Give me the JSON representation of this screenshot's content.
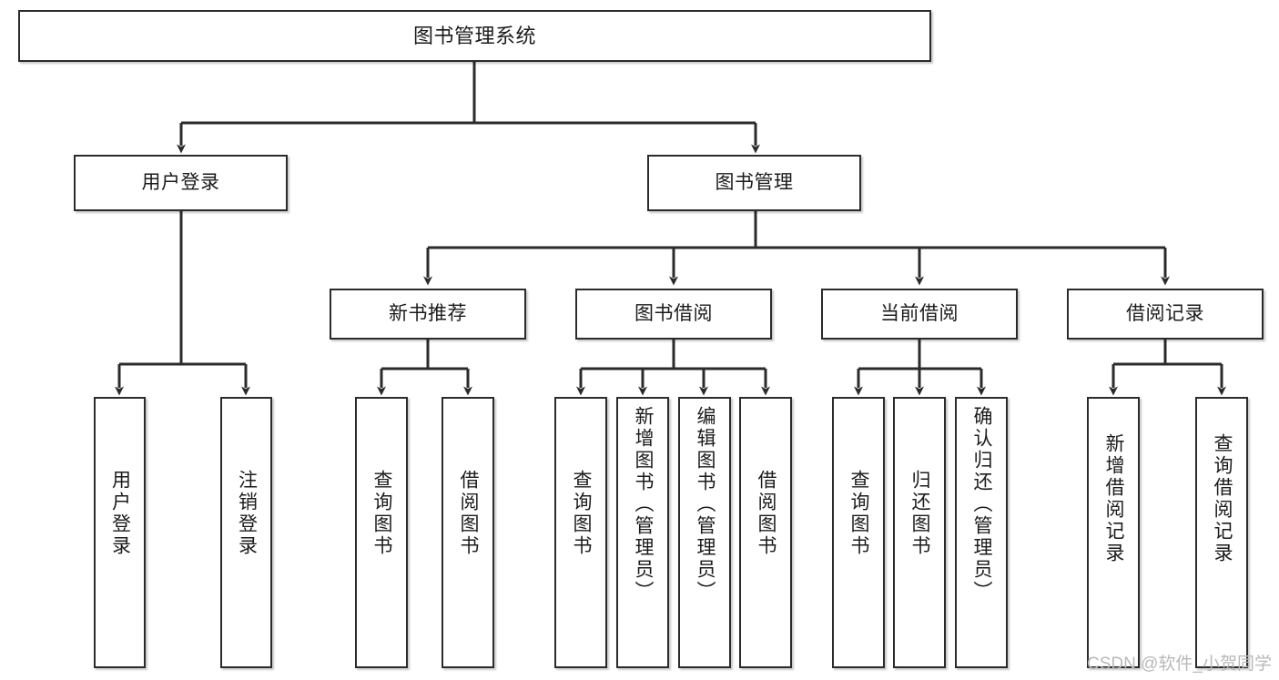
{
  "diagram": {
    "title": "图书管理系统",
    "type": "tree",
    "colors": {
      "box_border": "#2b2b2b",
      "box_fill": "#ffffff",
      "line": "#2b2b2b",
      "text": "#1b1b1b",
      "watermark": "#b9b9b9",
      "background": "#ffffff"
    }
  },
  "nodes": {
    "root": {
      "label": "图书管理系统"
    },
    "level2": [
      {
        "label": "用户登录"
      },
      {
        "label": "图书管理"
      }
    ],
    "level3": [
      {
        "label": "新书推荐"
      },
      {
        "label": "图书借阅"
      },
      {
        "label": "当前借阅"
      },
      {
        "label": "借阅记录"
      }
    ],
    "leaves": {
      "user_login": [
        {
          "label": "用户登录"
        },
        {
          "label": "注销登录"
        }
      ],
      "new_book_recommend": [
        {
          "label": "查询图书"
        },
        {
          "label": "借阅图书"
        }
      ],
      "book_borrow": [
        {
          "label": "查询图书"
        },
        {
          "label": "新增图书（管理员）"
        },
        {
          "label": "编辑图书（管理员）"
        },
        {
          "label": "借阅图书"
        }
      ],
      "current_borrow": [
        {
          "label": "查询图书"
        },
        {
          "label": "归还图书"
        },
        {
          "label": "确认归还（管理员）"
        }
      ],
      "borrow_record": [
        {
          "label": "新增借阅记录"
        },
        {
          "label": "查询借阅记录"
        }
      ]
    }
  },
  "watermark": {
    "text": "CSDN @软件_小贺同学"
  }
}
